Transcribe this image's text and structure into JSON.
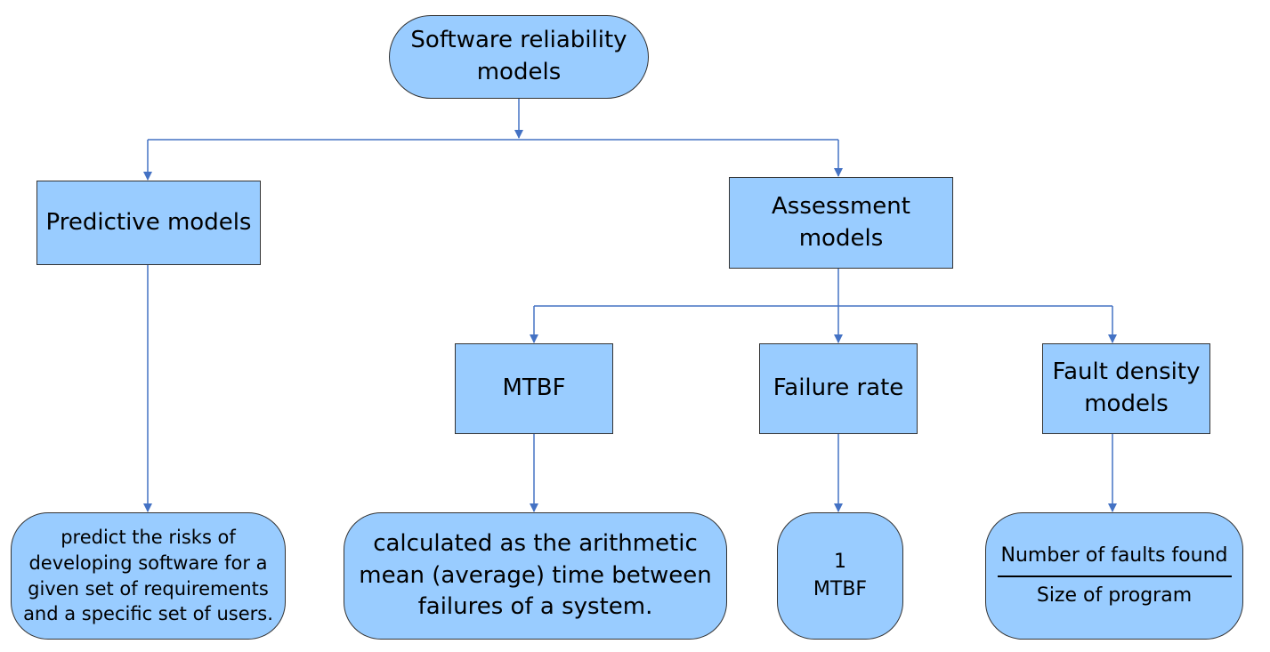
{
  "colors": {
    "node_fill": "#99ccff",
    "node_border": "#333333",
    "connector": "#4472c4"
  },
  "root": {
    "line1": "Software reliability",
    "line2": "models"
  },
  "predictive": {
    "label": "Predictive models",
    "description": {
      "line1": "predict the risks of",
      "line2": "developing software for a",
      "line3": "given set of requirements",
      "line4": "and a specific set of users."
    }
  },
  "assessment": {
    "line1": "Assessment",
    "line2": "models"
  },
  "mtbf": {
    "label": "MTBF",
    "description": {
      "line1": "calculated as the arithmetic",
      "line2": "mean (average) time between",
      "line3": "failures of a system."
    }
  },
  "failure_rate": {
    "label": "Failure rate",
    "formula": {
      "numerator": "1",
      "denominator": "MTBF"
    }
  },
  "fault_density": {
    "line1": "Fault density",
    "line2": "models",
    "formula": {
      "numerator": "Number of faults found",
      "denominator": "Size of program"
    }
  }
}
